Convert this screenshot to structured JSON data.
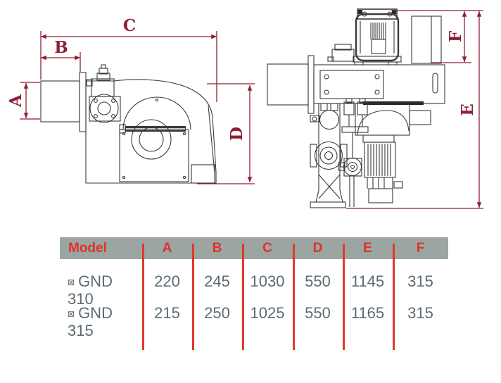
{
  "diagram": {
    "left_view": {
      "name": "burner side view",
      "dims": {
        "a": "A",
        "b": "B",
        "c": "C",
        "d": "D"
      }
    },
    "right_view": {
      "name": "burner top view",
      "dims": {
        "e": "E",
        "f": "F"
      }
    },
    "colors": {
      "dimension": "#8e1f33",
      "outline": "#3a3a3a"
    }
  },
  "table": {
    "columns": {
      "model": "Model",
      "a": "A",
      "b": "B",
      "c": "C",
      "d": "D",
      "e": "E",
      "f": "F"
    },
    "rows": [
      {
        "prefix": "⊠",
        "model": "GND 310",
        "a": "220",
        "b": "245",
        "c": "1030",
        "d": "550",
        "e": "1145",
        "f": "315"
      },
      {
        "prefix": "⊠",
        "model": "GND 315",
        "a": "215",
        "b": "250",
        "c": "1025",
        "d": "550",
        "e": "1165",
        "f": "315"
      }
    ],
    "colors": {
      "header_bg": "#9ba5a2",
      "header_text": "#e0312b",
      "separator_line": "#df382c",
      "data_text": "#5d6a72"
    }
  }
}
